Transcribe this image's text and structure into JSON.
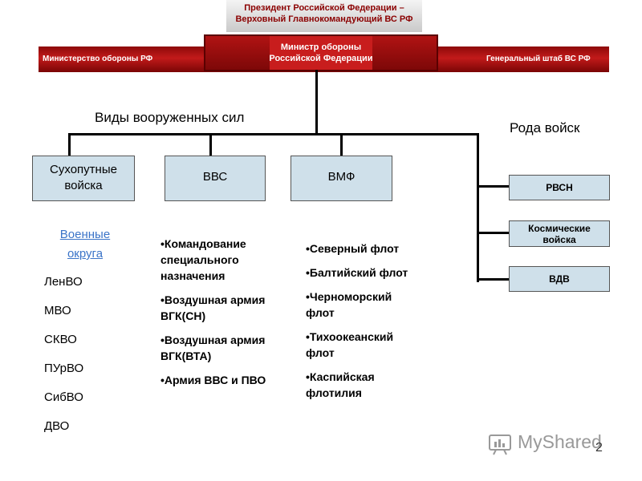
{
  "header": {
    "top_line1": "Президент Российской Федерации –",
    "top_line2": "Верховный Главнокомандующий ВС РФ",
    "left_label": "Министерство обороны РФ",
    "right_label": "Генеральный штаб ВС РФ",
    "minister_line1": "Министр обороны",
    "minister_line2": "Российской Федерации"
  },
  "types_heading": "Виды вооруженных сил",
  "branches_heading": "Рода войск",
  "types": [
    {
      "line1": "Сухопутные",
      "line2": "войска"
    },
    {
      "line1": "ВВС"
    },
    {
      "line1": "ВМФ"
    }
  ],
  "branches": [
    {
      "line1": "РВСН"
    },
    {
      "line1": "Космические",
      "line2": "войска"
    },
    {
      "line1": "ВДВ"
    }
  ],
  "ground": {
    "link_line1": "Военные",
    "link_line2": "округа",
    "districts": [
      "ЛенВО",
      "МВО",
      "СКВО",
      "ПУрВО",
      "СибВО",
      "ДВО"
    ]
  },
  "air": [
    "•Командование специального назначения",
    "•Воздушная армия ВГК(СН)",
    "•Воздушная армия ВГК(ВТА)",
    "•Армия ВВС и ПВО"
  ],
  "navy": [
    "•Северный флот",
    "•Балтийский флот",
    "•Черноморский флот",
    "•Тихоокеанский флот",
    "•Каспийская флотилия"
  ],
  "watermark": "MyShared",
  "page_number": "2"
}
